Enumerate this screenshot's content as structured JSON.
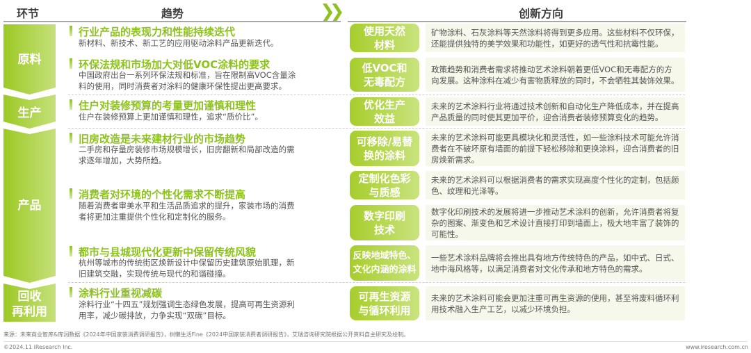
{
  "headers": {
    "stage": "环节",
    "trend": "趋势",
    "innovation": "创新方向"
  },
  "stages": [
    "原料",
    "生产",
    "产品",
    "回收\n再利用"
  ],
  "trends": [
    {
      "title": "行业产品的表现力和性能持续迭代",
      "desc": "新材料、新技术、新工艺的应用驱动涂料产品更新迭代。"
    },
    {
      "title": "环保法规和市场加大对低VOC涂料的要求",
      "desc": "中国政府出台一系列环保法规和标准，旨在限制高VOC含量涂料的使用，同时消费者对涂料的健康环保性提出更高要求。"
    },
    {
      "title": "住户对装修预算的考量更加谨慎和理性",
      "desc": "住户在装修预算上更加谨慎和理性，追求“质价比”。"
    },
    {
      "title": "旧房改造是未来建材行业的市场趋势",
      "desc": "二手房和存量房装修市场规模增长，旧房翻新和局部改造的需求逐年增加，大势所趋。"
    },
    {
      "title": "消费者对环境的个性化需求不断提高",
      "desc": "随着消费者审美水平和生活品质追求的提升，家装市场的消费者将更加注重提供个性化和定制化的服务。"
    },
    {
      "title": "都市与县城现代化更新中保留传统风貌",
      "desc": "杭州等城市的传统街区焕新设计中保留历史建筑原始肌理，新旧建筑交融，实现传统与现代的和谐碰撞。"
    },
    {
      "title": "涂料行业重视减碳",
      "desc": "涂料行业“十四五”规划强调生态绿色发展，提高可再生资源利用率，减少碳排放，力争实现“双碳”目标。"
    }
  ],
  "innovations": [
    {
      "label": "使用天然材料",
      "desc": "矿物涂料、石灰涂料等天然涂料将得到更多应用。这些材料不仅环保，还能提供独特的美学效果和功能性，如更好的透气性和抗霉性能。"
    },
    {
      "label": "低VOC和无毒配方",
      "desc": "政策趋势和消费者需求将推动艺术涂料朝着更低VOC和无毒配方的方向发展。这种涂料在减少有害物质释放的同时，不会牺牲其装饰效果。"
    },
    {
      "label": "优化生产效益",
      "desc": "未来的艺术涂料行业将通过技术创新和自动化生产降低成本，并在提高产品质量的同时使其更加平价，迎合消费者装修预算变化的趋势。"
    },
    {
      "label": "可移除/易替换的涂料",
      "desc": "未来的艺术涂料可能更具模块化和灵活性，如一些涂料技术可能允许消费者在不破坏原有墙面的前提下轻松移除和更换涂料，迎合消费者的旧房焕新需求。"
    },
    {
      "label": "定制化色彩与质感",
      "desc": "未来的艺术涂料可以根据消费者的需求实现高度个性化的定制，包括颜色、纹理和光泽等。"
    },
    {
      "label": "数字印刷技术",
      "desc": "数字化印刷技术的发展将进一步推动艺术涂料的创新，允许消费者将复杂的图案、渐变色和艺术设计直接打印到墙面上，极大地丰富了装饰的可能性。"
    },
    {
      "label": "反映地域特色、文化内涵的涂料",
      "desc": "一些艺术涂料品牌将会推出具有地方传统特色的产品，如中式、日式、地中海风格等，以满足消费者对文化传承和地方特色的需求。"
    },
    {
      "label": "可再生资源与循环利用",
      "desc": "未来的艺术涂料可能会更加注重可再生资源的使用，甚至将废料循环利用技术融入生产工艺，以减少环境负担。"
    }
  ],
  "footer": {
    "source": "来源：未来商业智库&库润数据《2024年中国家装消费调研报告》，树懒生活Fine《2024中国家装消费者调研报告》，艾瑞咨询研究院根据公开资料自主研究及绘制。",
    "copyright": "©2024.11 iResearch Inc.",
    "website": "www.iresearch.com.cn"
  },
  "colors": {
    "accent": "#8dc21f",
    "box": "#f5f8ea"
  }
}
